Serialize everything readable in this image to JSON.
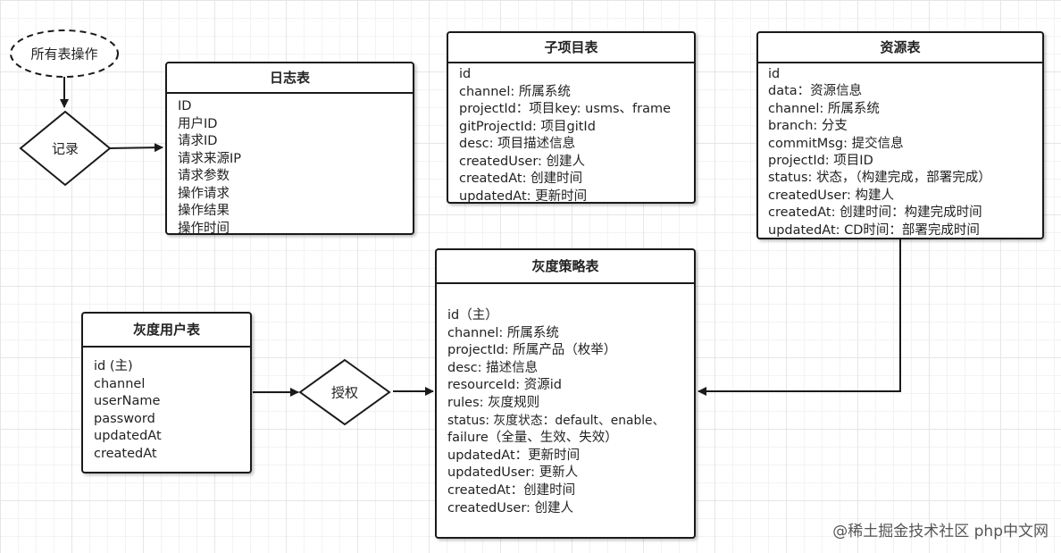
{
  "all_ops": {
    "label": "所有表操作"
  },
  "record": {
    "label": "记录"
  },
  "grant": {
    "label": "授权"
  },
  "log_table": {
    "title": "日志表",
    "fields": [
      "ID",
      "用户ID",
      "请求ID",
      "请求来源IP",
      "请求参数",
      "操作请求",
      "操作结果",
      "操作时间"
    ]
  },
  "sub_project_table": {
    "title": "子项目表",
    "fields": [
      "id",
      "channel: 所属系统",
      "projectId：项目key: usms、frame",
      "gitProjectId: 项目gitId",
      "desc: 项目描述信息",
      "createdUser: 创建人",
      "createdAt: 创建时间",
      "updatedAt: 更新时间"
    ]
  },
  "resource_table": {
    "title": "资源表",
    "fields": [
      "id",
      "data：资源信息",
      "channel: 所属系统",
      "branch: 分支",
      "commitMsg: 提交信息",
      "projectId: 项目ID",
      "status: 状态，（构建完成，部署完成）",
      "createdUser: 构建人",
      "createdAt: 创建时间：构建完成时间",
      "updatedAt: CD时间：部署完成时间"
    ]
  },
  "gray_strategy_table": {
    "title": "灰度策略表",
    "fields": [
      "id（主）",
      "channel: 所属系统",
      "projectId: 所属产品（枚举）",
      "desc: 描述信息",
      "resourceId: 资源id",
      "rules: 灰度规则",
      "status: 灰度状态：default、enable、",
      "failure（全量、生效、失效）",
      "updatedAt：更新时间",
      "updatedUser: 更新人",
      "createdAt：创建时间",
      "createdUser: 创建人"
    ]
  },
  "gray_user_table": {
    "title": "灰度用户表",
    "fields": [
      "id (主)",
      "channel",
      "userName",
      "password",
      "updatedAt",
      "createdAt"
    ]
  },
  "watermark": {
    "text": "@稀土掘金技术社区 php中文网"
  }
}
